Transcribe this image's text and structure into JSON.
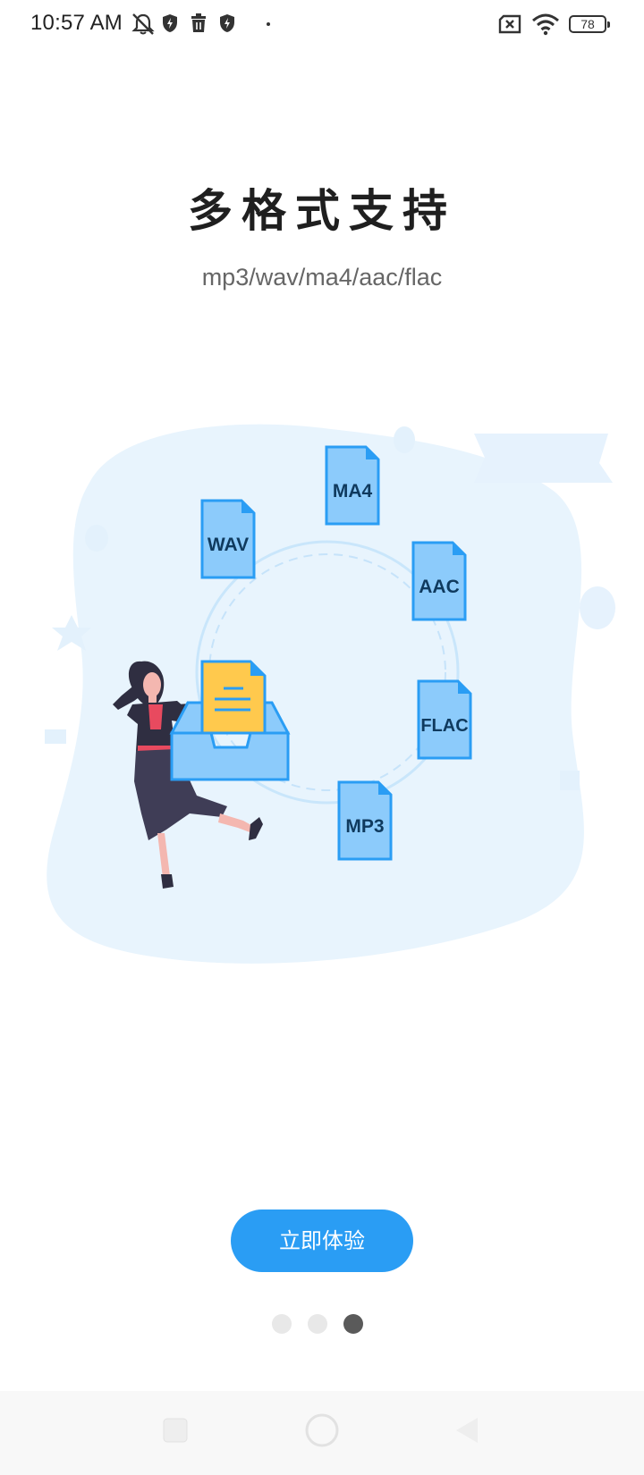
{
  "status_bar": {
    "time": "10:57 AM",
    "battery_level": "78",
    "icons": [
      "mute-bell-icon",
      "shield-icon",
      "trash-icon",
      "shield-bolt-icon",
      "dot-icon",
      "sim-x-icon",
      "wifi-icon",
      "battery-icon"
    ]
  },
  "onboarding": {
    "title": "多格式支持",
    "subtitle": "mp3/wav/ma4/aac/flac",
    "illustration": {
      "formats": [
        "WAV",
        "MA4",
        "AAC",
        "FLAC",
        "MP3"
      ]
    },
    "cta_label": "立即体验",
    "pagination": {
      "total": 3,
      "current": 3
    }
  },
  "nav_bar": {
    "buttons": [
      "recents-square-icon",
      "home-circle-icon",
      "back-triangle-icon"
    ]
  },
  "colors": {
    "accent": "#2a9df4",
    "file_icon_fill": "#8ccbfb",
    "file_icon_stroke": "#2a9df4",
    "blob_bg": "#e8f4fd",
    "dot_active": "#5a5a5a",
    "dot_inactive": "#e8e8e8"
  }
}
